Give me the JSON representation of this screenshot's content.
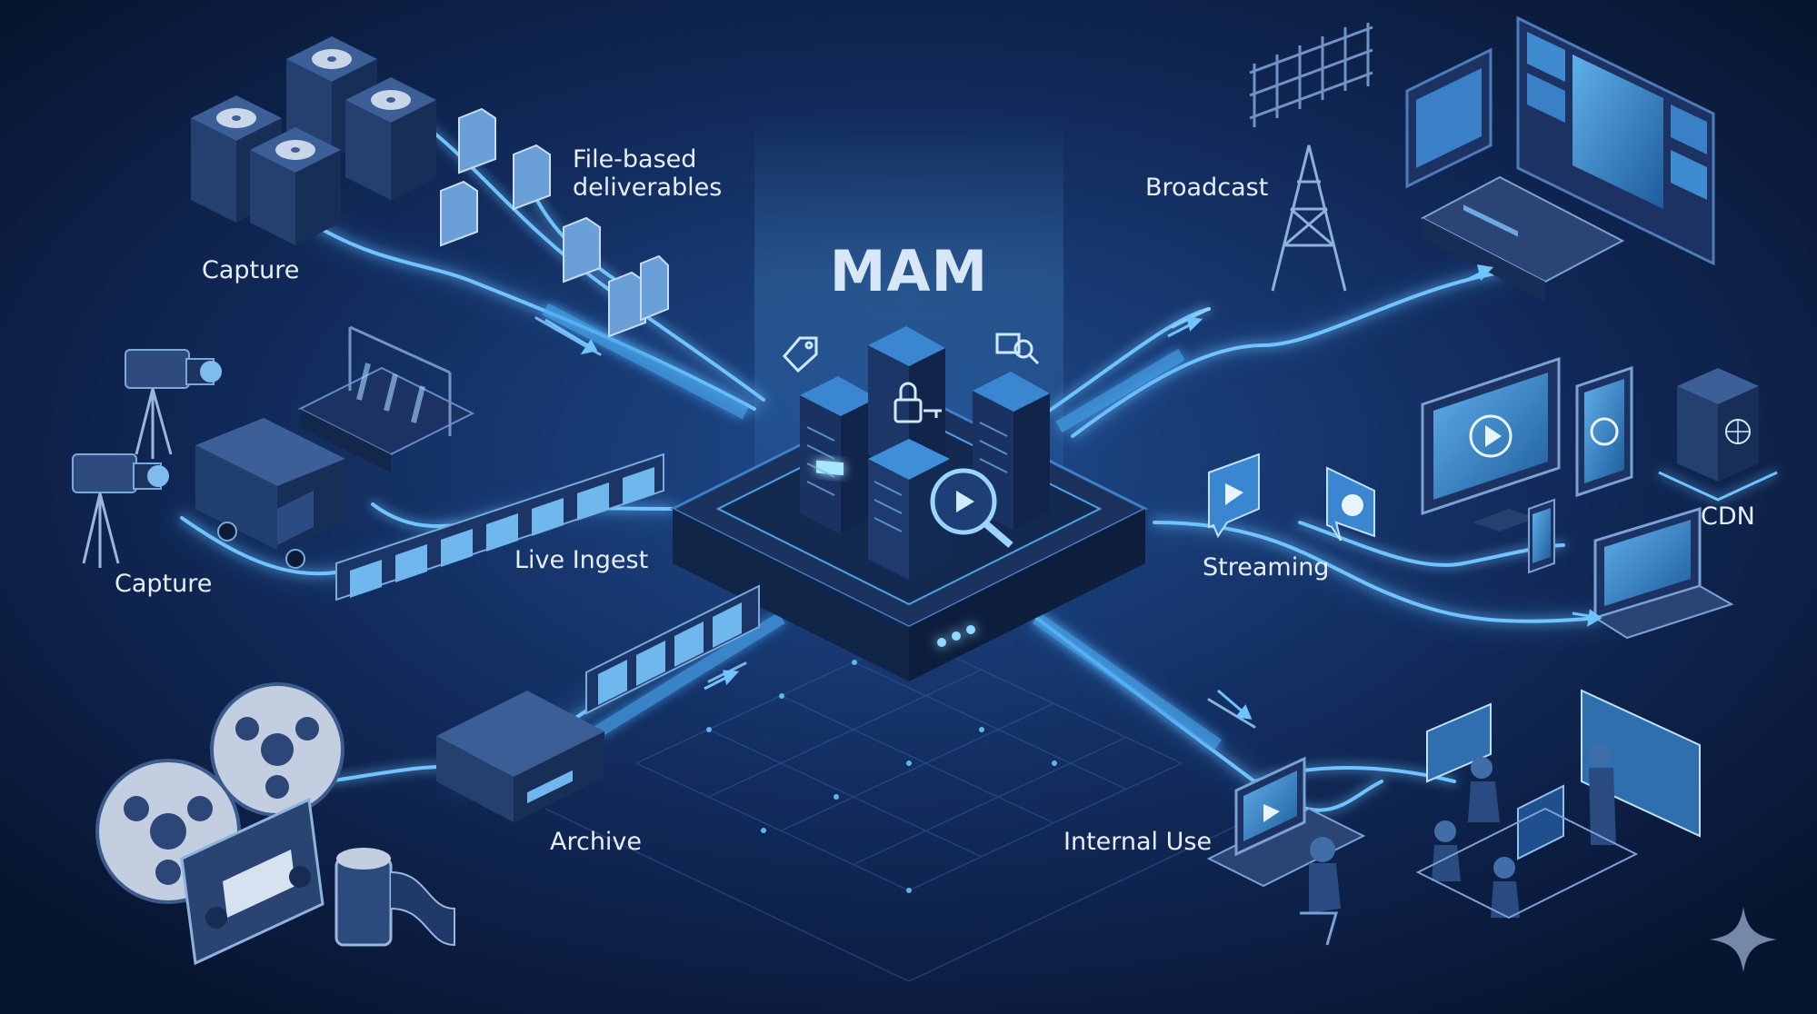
{
  "title": "MAM",
  "sources": {
    "capture_top": "Capture",
    "file_based": "File-based\ndeliverables",
    "capture_mid": "Capture",
    "live_ingest": "Live Ingest",
    "archive": "Archive"
  },
  "destinations": {
    "broadcast": "Broadcast",
    "streaming": "Streaming",
    "cdn": "CDN",
    "internal_use": "Internal Use"
  },
  "colors": {
    "background": "#0b1a3c",
    "flow": "#6fc3ff",
    "device": "#2a4474",
    "screen": "#2f7fc4"
  }
}
